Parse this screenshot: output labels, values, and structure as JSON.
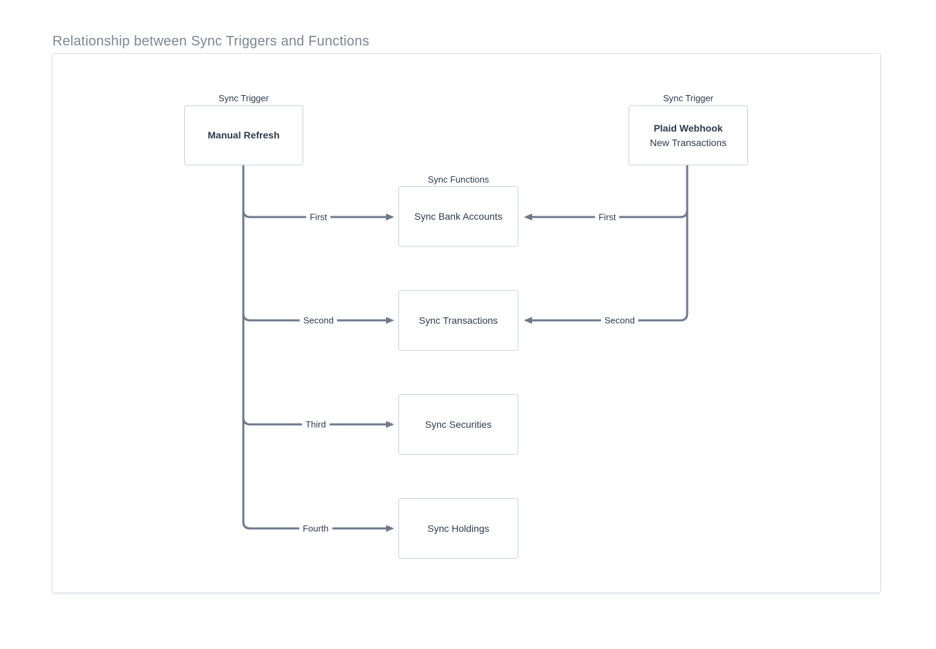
{
  "title": "Relationship between Sync Triggers and Functions",
  "colors": {
    "title_text": "#7b8794",
    "node_border": "#c9d2dd",
    "node_text": "#2d3b4e",
    "connector": "#6e7a8c",
    "container_border": "#d9dfe7",
    "background": "#ffffff"
  },
  "triggers": {
    "left": {
      "group_label": "Sync Trigger",
      "title": "Manual Refresh",
      "subtitle": ""
    },
    "right": {
      "group_label": "Sync Trigger",
      "title": "Plaid Webhook",
      "subtitle": "New Transactions"
    }
  },
  "functions_group_label": "Sync Functions",
  "functions": [
    {
      "label": "Sync Bank Accounts"
    },
    {
      "label": "Sync Transactions"
    },
    {
      "label": "Sync Securities"
    },
    {
      "label": "Sync Holdings"
    }
  ],
  "edges": {
    "manual_refresh": [
      {
        "order_label": "First",
        "target": "Sync Bank Accounts"
      },
      {
        "order_label": "Second",
        "target": "Sync Transactions"
      },
      {
        "order_label": "Third",
        "target": "Sync Securities"
      },
      {
        "order_label": "Fourth",
        "target": "Sync Holdings"
      }
    ],
    "plaid_webhook": [
      {
        "order_label": "First",
        "target": "Sync Bank Accounts"
      },
      {
        "order_label": "Second",
        "target": "Sync Transactions"
      }
    ]
  }
}
